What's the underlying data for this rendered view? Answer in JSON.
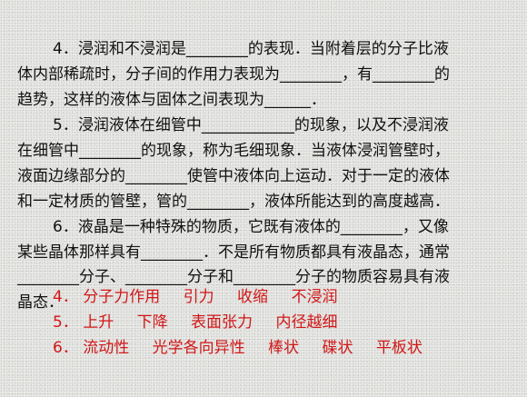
{
  "questions": {
    "q4": {
      "line1": "4．浸润和不浸润是________的表现．当附着层的分子比液",
      "line2": "体内部稀疏时，分子间的作用力表现为________，有________的",
      "line3": "趋势，这样的液体与固体之间表现为______．"
    },
    "q5": {
      "line1": "5．浸润液体在细管中____________的现象，以及不浸润液",
      "line2": "在细管中________的现象，称为毛细现象．当液体浸润管壁时，",
      "line3": "液面边缘部分的________使管中液体向上运动．对于一定的液体",
      "line4": "和一定材质的管壁，管的________，液体所能达到的高度越高．"
    },
    "q6": {
      "line1": "6．液晶是一种特殊的物质，它既有液体的________，又像",
      "line2": "某些晶体那样具有________．不是所有物质都具有液晶态，通常",
      "line3": "________分子、________分子和________分子的物质容易具有液",
      "line4": "晶态．"
    }
  },
  "answers": {
    "a4": {
      "number": "4．",
      "items": [
        "分子力作用",
        "引力",
        "收缩",
        "不浸润"
      ]
    },
    "a5": {
      "number": "5．",
      "items": [
        "上升",
        "下降",
        "表面张力",
        "内径越细"
      ]
    },
    "a6": {
      "number": "6．",
      "items": [
        "流动性",
        "光学各向异性",
        "棒状",
        "碟状",
        "平板状"
      ]
    }
  },
  "colors": {
    "text": "#111111",
    "answer": "#d01818",
    "background": "#e6e6e4"
  }
}
